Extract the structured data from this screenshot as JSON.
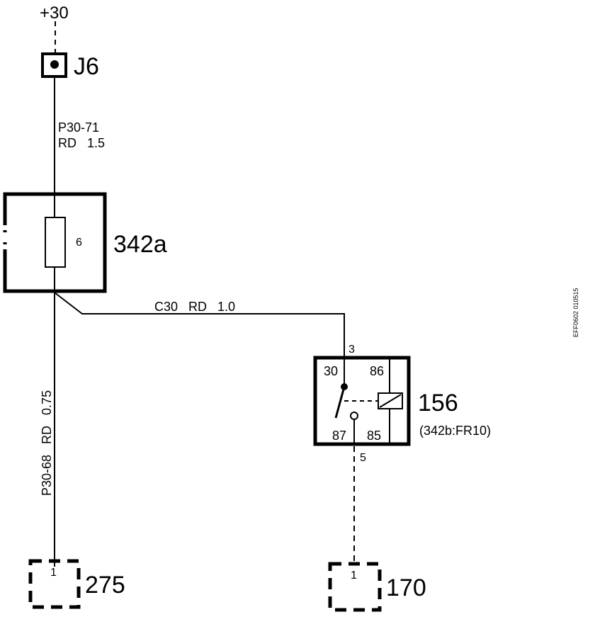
{
  "supply": {
    "label": "+30"
  },
  "connector_j6": {
    "label": "J6"
  },
  "wire_top": {
    "line1": "P30-71",
    "line2": "RD   1.5"
  },
  "fuse_box": {
    "label": "342a",
    "fuse_number": "6"
  },
  "wire_branch": {
    "label": "C30   RD   1.0"
  },
  "wire_down": {
    "label": "P30-68   RD   0.75"
  },
  "relay": {
    "label": "156",
    "sublabel": "(342b:FR10)",
    "pin_in": "3",
    "pin_out": "5",
    "terminal_30": "30",
    "terminal_86": "86",
    "terminal_87": "87",
    "terminal_85": "85"
  },
  "connector_275": {
    "label": "275",
    "pin": "1"
  },
  "connector_170": {
    "label": "170",
    "pin": "1"
  },
  "side_code": "EFF0602 010515",
  "colors": {
    "line": "#000000",
    "background": "#ffffff"
  }
}
